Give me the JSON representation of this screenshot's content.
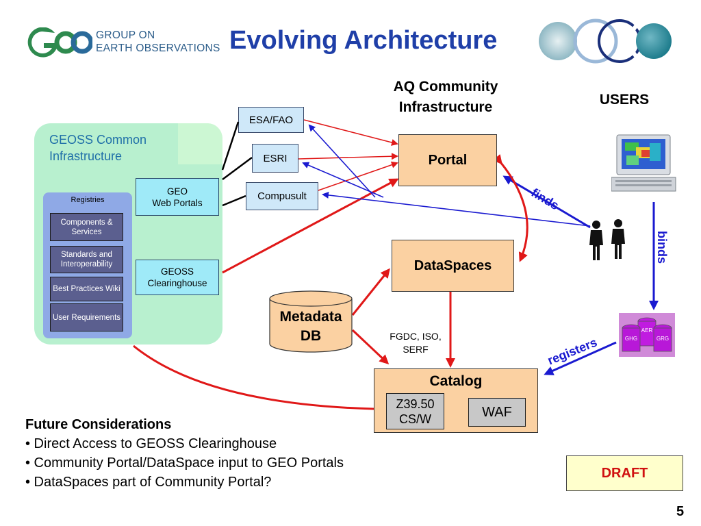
{
  "header": {
    "title": "Evolving Architecture",
    "org_line1": "GROUP ON",
    "org_line2": "EARTH OBSERVATIONS"
  },
  "colors": {
    "title": "#1f3fa8",
    "red_arrow": "#e01818",
    "blue_arrow": "#1a1ad0",
    "orange_box": "#fbd1a2",
    "blue_box": "#cfe8f9",
    "green_panel": "#b8f0cf",
    "draft_text": "#d01010"
  },
  "gci": {
    "label_line1": "GEOSS Common",
    "label_line2": "Infrastructure",
    "registries_title": "Registries",
    "registry_items": [
      "Components & Services",
      "Standards and Interoperability",
      "Best Practices Wiki",
      "User Requirements"
    ],
    "geo_portals_line1": "GEO",
    "geo_portals_line2": "Web Portals",
    "clearinghouse_line1": "GEOSS",
    "clearinghouse_line2": "Clearinghouse"
  },
  "providers": [
    "ESA/FAO",
    "ESRI",
    "Compusult"
  ],
  "aq": {
    "label_line1": "AQ Community",
    "label_line2": "Infrastructure",
    "portal": "Portal",
    "dataspaces": "DataSpaces",
    "metadata_line1": "Metadata",
    "metadata_line2": "DB",
    "catalog": "Catalog",
    "z3950_line1": "Z39.50",
    "z3950_line2": "CS/W",
    "waf": "WAF",
    "fgdc_line1": "FGDC, ISO,",
    "fgdc_line2": "SERF"
  },
  "users": {
    "label": "USERS",
    "finds": "finds",
    "binds": "binds",
    "registers": "registers",
    "db_labels": [
      "GHG",
      "AER",
      "GRG"
    ]
  },
  "future": {
    "heading": "Future Considerations",
    "items": [
      "• Direct Access to GEOSS Clearinghouse",
      "• Community Portal/DataSpace input to GEO Portals",
      "• DataSpaces part of Community Portal?"
    ]
  },
  "draft": "DRAFT",
  "page_number": "5"
}
